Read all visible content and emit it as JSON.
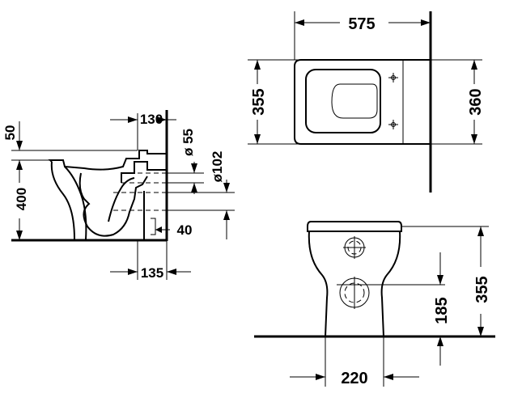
{
  "dimensions": {
    "top_width": "575",
    "top_left_depth": "355",
    "top_right_depth": "360",
    "side_top_offset": "50",
    "side_height": "400",
    "side_rear_top": "130",
    "side_pipe_small": "ø 55",
    "side_pipe_large": "ø102",
    "side_floor_offset": "40",
    "side_bottom_width": "135",
    "front_outlet_height": "185",
    "front_total_height": "355",
    "front_base_width": "220"
  }
}
